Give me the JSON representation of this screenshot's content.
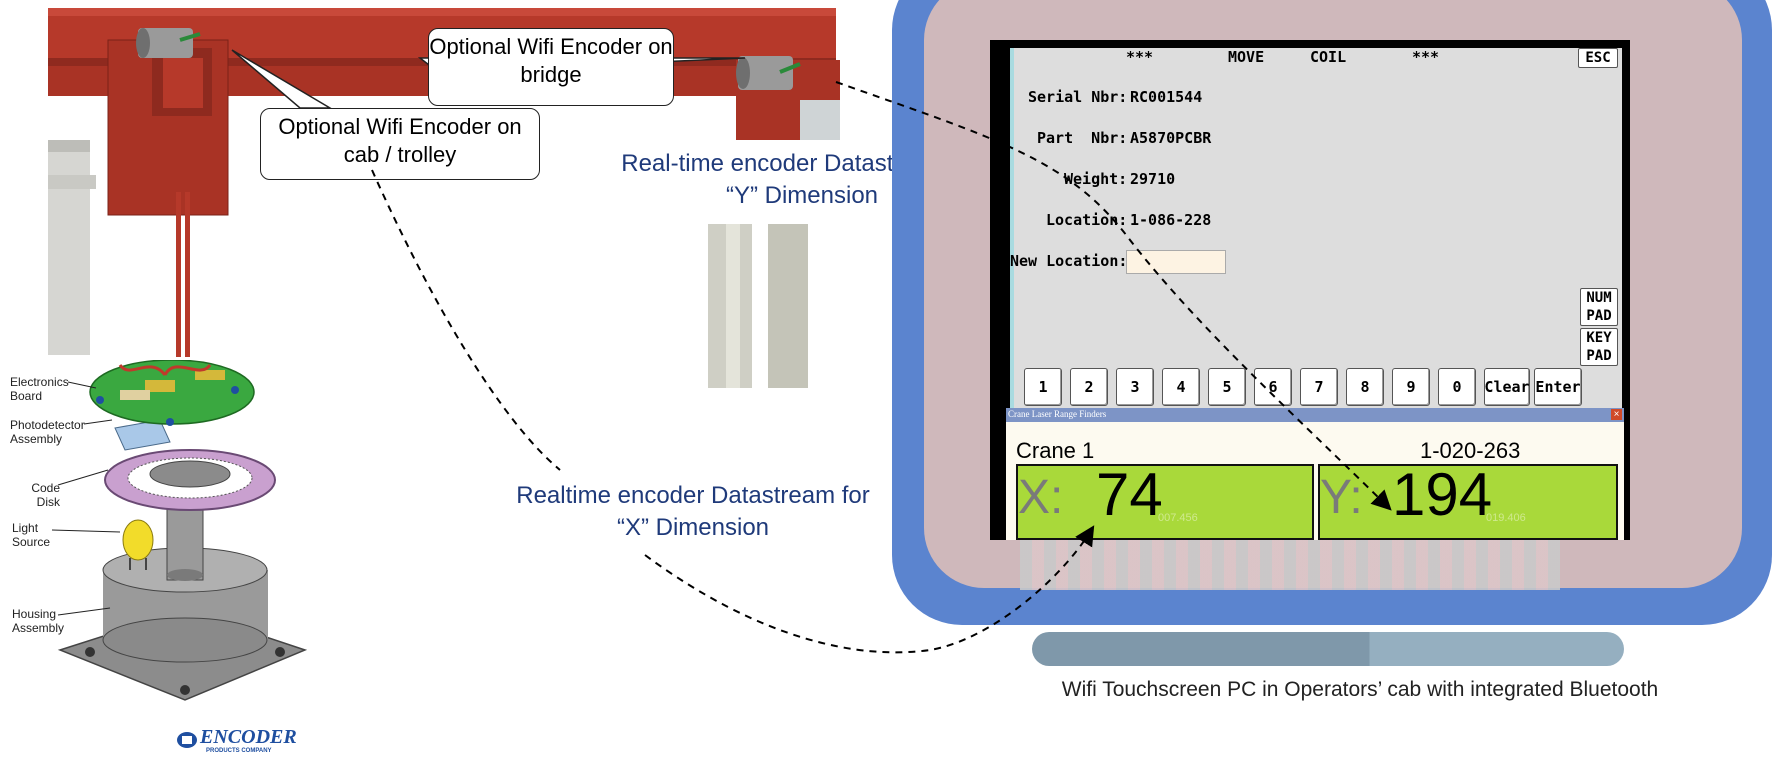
{
  "callouts": {
    "bridge_encoder": "Optional Wifi Encoder on bridge",
    "cab_encoder": "Optional Wifi Encoder on cab / trolley"
  },
  "captions": {
    "y_stream": "Real-time encoder Datastream for “Y” Dimension",
    "x_stream": "Realtime encoder Datastream for “X” Dimension",
    "monitor": "Wifi Touchscreen PC in Operators’ cab with integrated Bluetooth"
  },
  "encoder_parts": {
    "electronics": "Electronics Board",
    "photodetector": "Photodetector Assembly",
    "code_disk": "Code Disk",
    "light_source": "Light Source",
    "housing": "Housing Assembly",
    "brand": "ENCODER",
    "brand_sub": "PRODUCTS COMPANY"
  },
  "screen": {
    "header_stars_left": "***",
    "header_move": "MOVE",
    "header_coil": "COIL",
    "header_stars_right": "***",
    "esc": "ESC",
    "serial_label": "Serial Nbr:",
    "serial_value": "RC001544",
    "part_label": "Part  Nbr:",
    "part_value": "A5870PCBR",
    "weight_label": "Weight:",
    "weight_value": "29710",
    "location_label": "Location:",
    "location_value": "1-086-228",
    "new_location_label": "New Location:",
    "new_location_value": "",
    "numpad": "NUM PAD",
    "keypad": "KEY PAD",
    "keys": [
      "1",
      "2",
      "3",
      "4",
      "5",
      "6",
      "7",
      "8",
      "9",
      "0",
      "Clear",
      "Enter"
    ]
  },
  "laser_window": {
    "title": "Crane Laser Range Finders",
    "crane": "Crane 1",
    "location": "1-020-263",
    "x_label": "X:",
    "x_value": "74",
    "x_small": "007.456",
    "y_label": "Y:",
    "y_value": "194",
    "y_small": "019.406"
  },
  "colors": {
    "monitor_frame": "#5b84cf",
    "monitor_inner": "#cfb8bb",
    "readout_green": "#a9d93a",
    "caption_blue": "#1f3a7a",
    "beam_red": "#b33a22"
  }
}
